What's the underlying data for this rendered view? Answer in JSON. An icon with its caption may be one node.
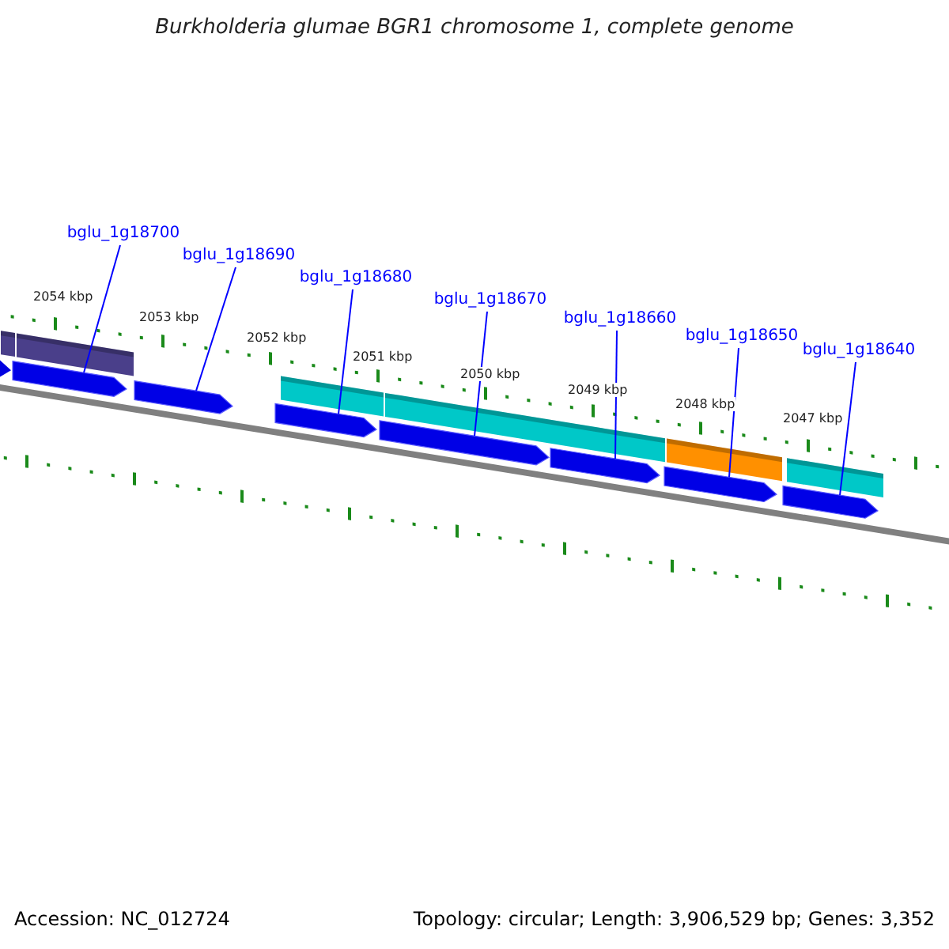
{
  "diagram": {
    "title": "Burkholderia glumae BGR1 chromosome 1, complete genome",
    "nodes": [
      {
        "text": [
          "bglu_1g18700"
        ]
      },
      {
        "text": [
          "bglu_1g18690"
        ]
      },
      {
        "text": [
          "bglu_1g18680"
        ]
      },
      {
        "text": [
          "bglu_1g18670"
        ]
      },
      {
        "text": [
          "bglu_1g18660"
        ]
      },
      {
        "text": [
          "bglu_1g18650"
        ]
      },
      {
        "text": [
          "bglu_1g18640"
        ]
      },
      {
        "text": [],
        "shape": "arrow"
      },
      {
        "text": [],
        "shape": "arrow"
      },
      {
        "text": [],
        "shape": "arrow"
      },
      {
        "text": [],
        "shape": "arrow"
      },
      {
        "text": [],
        "shape": "arrow"
      },
      {
        "text": [],
        "shape": "arrow"
      },
      {
        "text": [],
        "shape": "arrow"
      }
    ],
    "edges": [
      {
        "from": 0,
        "to": 7,
        "arrow": "none"
      },
      {
        "from": 1,
        "to": 8,
        "arrow": "none"
      },
      {
        "from": 2,
        "to": 9,
        "arrow": "none"
      },
      {
        "from": 3,
        "to": 10,
        "arrow": "none"
      },
      {
        "from": 4,
        "to": 11,
        "arrow": "none"
      },
      {
        "from": 5,
        "to": 12,
        "arrow": "none"
      },
      {
        "from": 6,
        "to": 13,
        "arrow": "none"
      }
    ],
    "labels": [
      "2054 kbp",
      "2053 kbp",
      "2052 kbp",
      "2051 kbp",
      "2050 kbp",
      "2049 kbp",
      "2048 kbp",
      "2047 kbp",
      "Accession: NC_012724",
      "Topology: circular; Length: 3,906,529 bp; Genes: 3,352"
    ]
  }
}
